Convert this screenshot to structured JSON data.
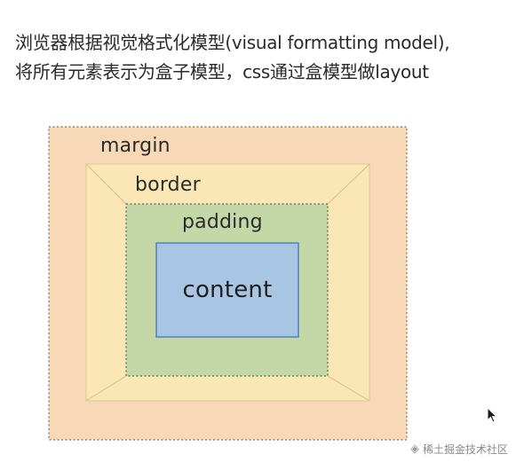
{
  "description": {
    "line1": "浏览器根据视觉格式化模型(visual formatting model),",
    "line2": "将所有元素表示为盒子模型，css通过盒模型做layout"
  },
  "box_model": {
    "margin_label": "margin",
    "border_label": "border",
    "padding_label": "padding",
    "content_label": "content",
    "colors": {
      "margin": "#f8d9b7",
      "border": "#fbe6b5",
      "padding": "#c3d8a6",
      "content": "#a8c6e4",
      "content_stroke": "#4b73b5",
      "dotted_stroke": "#8a6f50"
    }
  },
  "watermark": {
    "text": "稀土掘金技术社区"
  }
}
